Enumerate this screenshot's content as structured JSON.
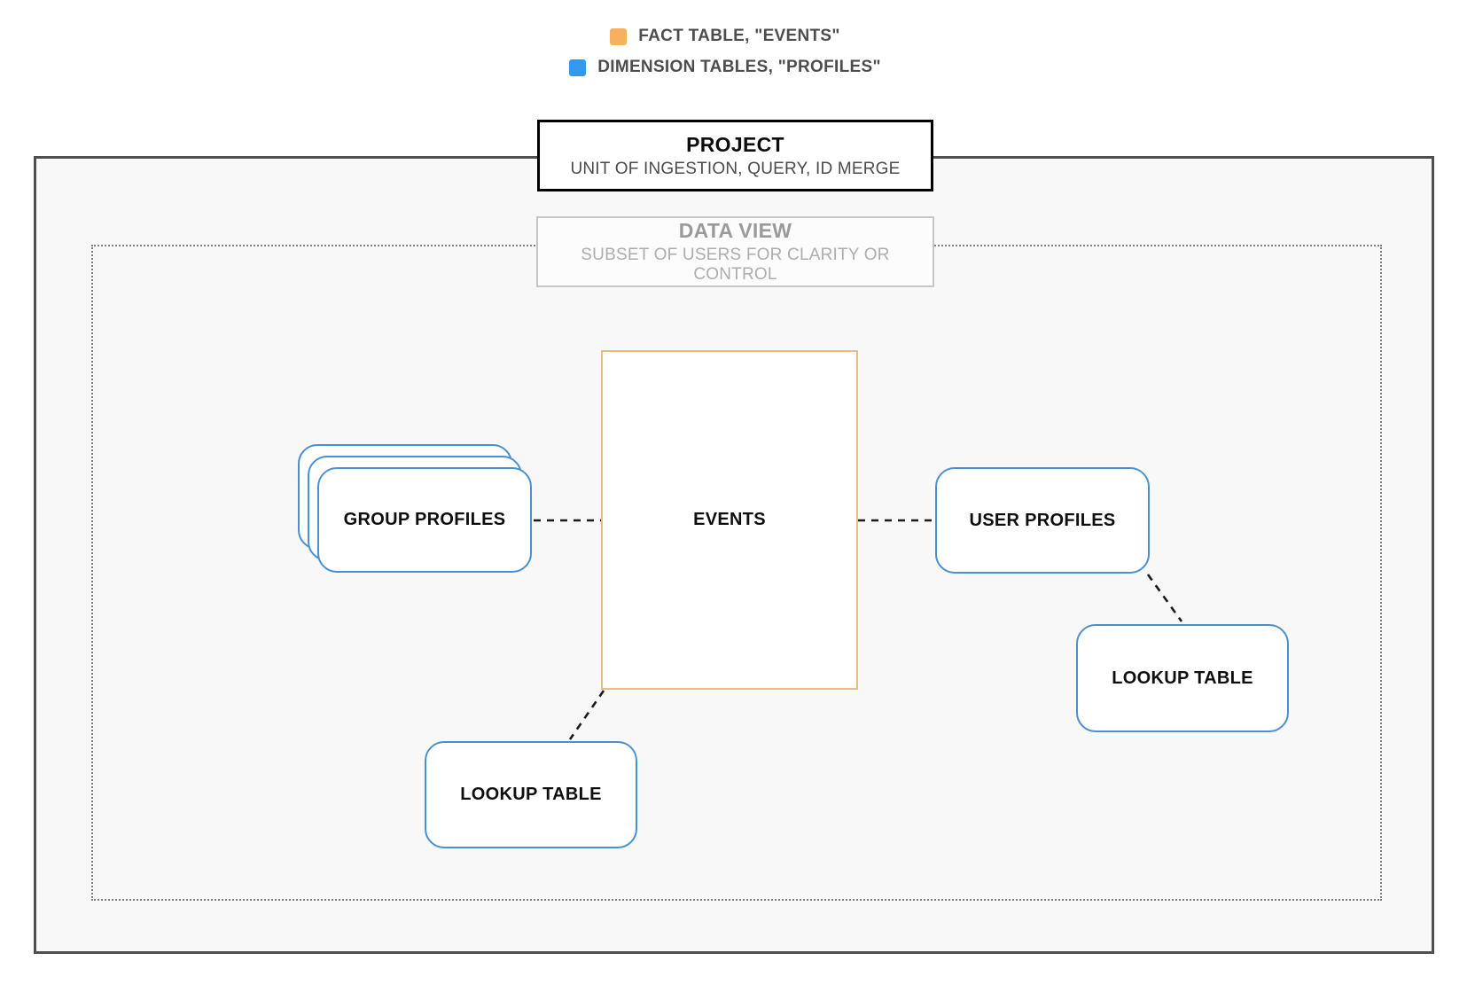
{
  "legend": {
    "items": [
      {
        "name": "fact-table",
        "label": "FACT TABLE, \"EVENTS\"",
        "color": "#f6b062"
      },
      {
        "name": "dimension-tables",
        "label": "DIMENSION TABLES, \"PROFILES\"",
        "color": "#3399f0"
      }
    ]
  },
  "project": {
    "title": "PROJECT",
    "subtitle": "UNIT OF INGESTION, QUERY, ID MERGE"
  },
  "data_view": {
    "title": "DATA VIEW",
    "subtitle": "SUBSET OF USERS FOR CLARITY OR CONTROL"
  },
  "nodes": {
    "events": {
      "label": "EVENTS"
    },
    "group_profiles": {
      "label": "GROUP PROFILES"
    },
    "user_profiles": {
      "label": "USER PROFILES"
    },
    "lookup_right": {
      "label": "LOOKUP TABLE"
    },
    "lookup_bottom": {
      "label": "LOOKUP TABLE"
    }
  },
  "colors": {
    "fact_border": "#ecbb7d",
    "dimension_border": "#4a90d0",
    "fact_swatch": "#f6b062",
    "dimension_swatch": "#3399f0"
  }
}
